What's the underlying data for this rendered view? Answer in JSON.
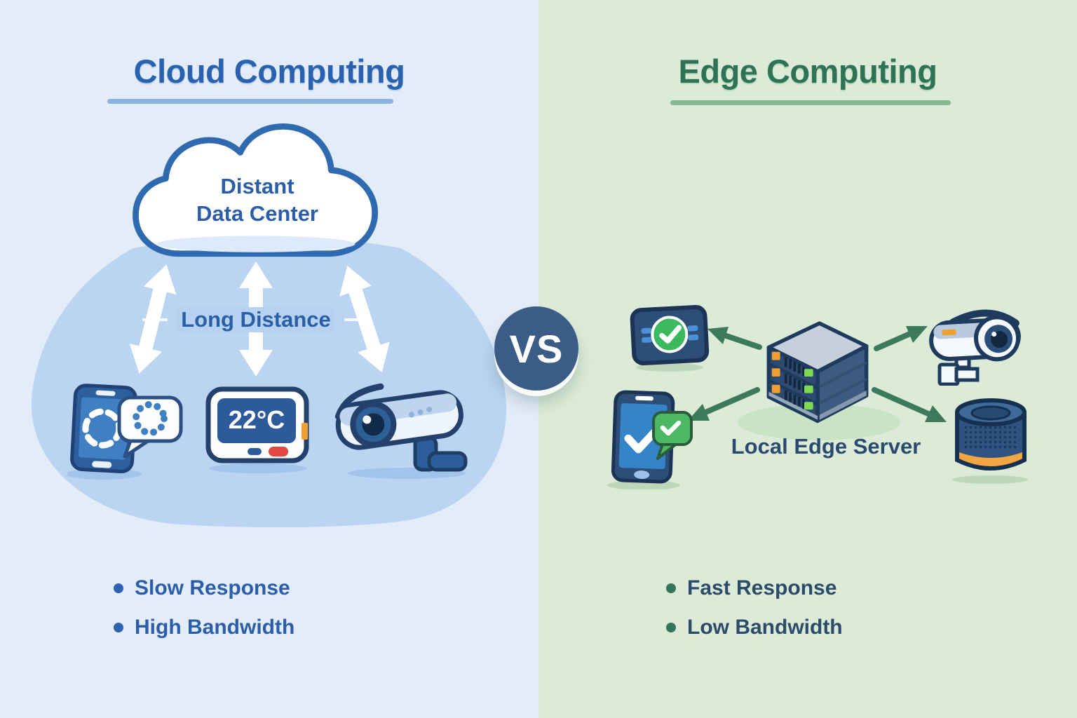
{
  "left_panel": {
    "title": "Cloud Computing",
    "cloud": {
      "line1": "Distant",
      "line2": "Data Center"
    },
    "distance_label": "Long Distance",
    "thermostat_value": "22°C",
    "bullets": [
      {
        "label": "Slow Response"
      },
      {
        "label": "High Bandwidth"
      }
    ],
    "icons": [
      "cloud-icon",
      "double-arrow-icon",
      "smartphone-loading-icon",
      "thermostat-icon",
      "security-camera-icon"
    ],
    "colors": {
      "background": "#e3ecf9",
      "title": "#2a62af",
      "underline": "#8cb3e0",
      "text": "#2b5da8",
      "blob": "#bad4f2",
      "bullet_dot": "#2e63b1",
      "device_navy": "#24416e",
      "device_blue": "#3f80c2",
      "accent_orange": "#f5a033",
      "accent_red": "#e0493f"
    }
  },
  "divider": {
    "vs_label": "VS",
    "badge_color": "#3c5c88"
  },
  "right_panel": {
    "title": "Edge Computing",
    "server_label": "Local Edge Server",
    "bullets": [
      {
        "label": "Fast Response"
      },
      {
        "label": "Low Bandwidth"
      }
    ],
    "icons": [
      "smart-panel-check-icon",
      "smartphone-check-icon",
      "edge-server-icon",
      "security-camera-icon",
      "smart-speaker-icon",
      "arrow-icon"
    ],
    "colors": {
      "background": "#dcebd7",
      "title": "#2f7357",
      "underline": "#84ba8e",
      "text": "#2c4b68",
      "arrow": "#3c7a59",
      "bullet_dot": "#37755a",
      "check_green": "#3cb95e",
      "device_navy": "#1e3a5c",
      "accent_orange": "#f0a030"
    }
  }
}
